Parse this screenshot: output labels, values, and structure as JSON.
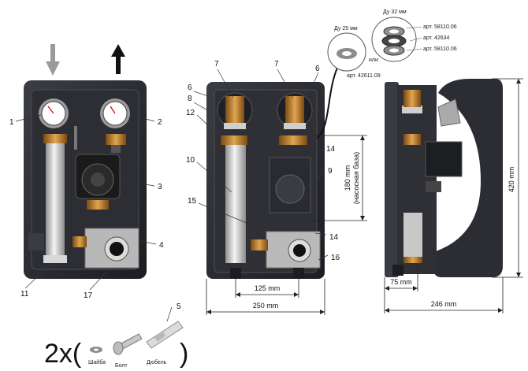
{
  "callouts": {
    "c1": "1",
    "c2": "2",
    "c3": "3",
    "c4": "4",
    "c5": "5",
    "c6a": "6",
    "c6b": "6",
    "c7a": "7",
    "c7b": "7",
    "c8": "8",
    "c9": "9",
    "c10": "10",
    "c11": "11",
    "c12": "12",
    "c14a": "14",
    "c14b": "14",
    "c15": "15",
    "c16": "16",
    "c17": "17"
  },
  "dimensions": {
    "d180": "180 mm",
    "d180_note": "(насосная база)",
    "d125": "125 mm",
    "d250": "250 mm",
    "d420": "420 mm",
    "d75": "75 mm",
    "d246": "246 mm"
  },
  "gaskets": {
    "dn25": "Ду 25 мм",
    "dn32": "Ду 32 мм",
    "or": "или",
    "art_25": "арт. 42611.09",
    "art_32a": "арт. 58110.06",
    "art_32b": "арт. 42634",
    "art_32c": "арт. 58110.06"
  },
  "kit": {
    "multiplier": "2x(",
    "close": ")",
    "washer": "Шайба",
    "bolt": "Болт",
    "dowel": "Дюбель"
  }
}
